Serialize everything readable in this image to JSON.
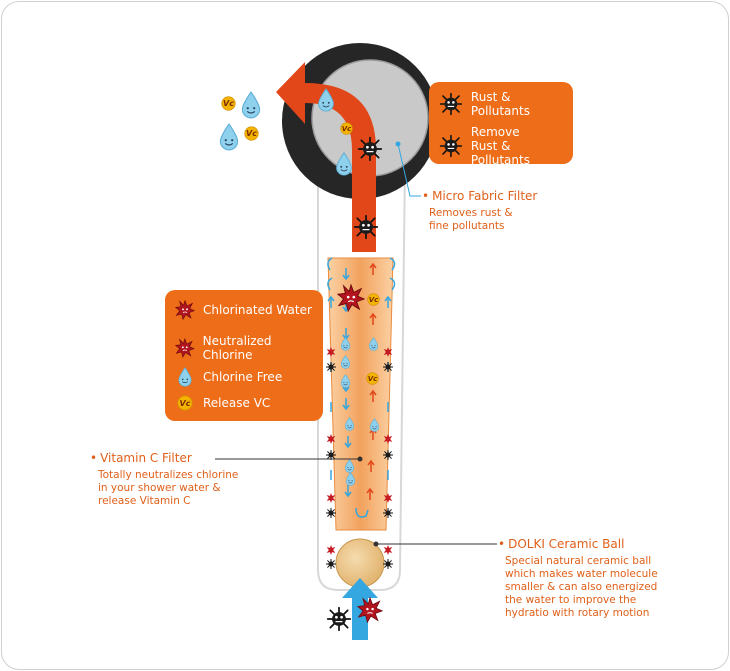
{
  "legend_top": {
    "items": [
      {
        "label_lines": [
          "Rust & Pollutants"
        ],
        "icon": "rust-pollutant-icon"
      },
      {
        "label_lines": [
          "Remove",
          "Rust & Pollutants"
        ],
        "icon": "removed-rust-pollutant-icon"
      }
    ]
  },
  "legend_left": {
    "items": [
      {
        "label": "Chlorinated Water",
        "icon": "chlorinated-water-icon"
      },
      {
        "label": "Neutralized Chlorine",
        "icon": "neutralized-chlorine-icon"
      },
      {
        "label": "Chlorine Free",
        "icon": "chlorine-free-drop-icon"
      },
      {
        "label": "Release VC",
        "icon": "vitamin-c-icon"
      }
    ]
  },
  "annotations": {
    "micro_fabric": {
      "title": "Micro Fabric Filter",
      "desc_lines": [
        "Removes rust &",
        "fine pollutants"
      ]
    },
    "vitamin_c": {
      "title": "Vitamin C Filter",
      "desc_lines": [
        "Totally neutralizes chlorine",
        "in your shower water &",
        "release Vitamin C"
      ]
    },
    "ceramic_ball": {
      "title": "DOLKI Ceramic Ball",
      "desc_lines": [
        "Special natural ceramic ball",
        "which makes water molecule",
        "smaller & can also energized",
        "the water to improve the",
        "hydratio with rotary motion"
      ]
    }
  },
  "icon_text": {
    "vc": "Vc"
  },
  "colors": {
    "orange": "#ee6d18",
    "arrow_red": "#e2471a",
    "water_blue": "#34a6e0",
    "drop_blue": "#8fd0ec",
    "dark_red": "#b3141e",
    "ceramic": "#e9c48a",
    "housing_dark": "#262626",
    "disc_gray": "#c9c9c9",
    "vc_yellow": "#f3b400"
  }
}
